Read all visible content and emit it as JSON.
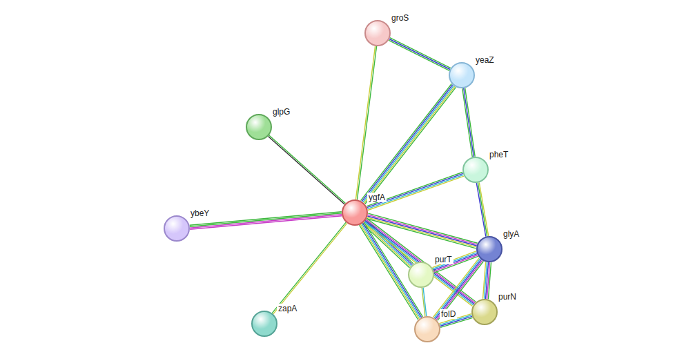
{
  "diagram": {
    "nodes": [
      {
        "text": [
          "groS"
        ]
      },
      {
        "text": [
          "yeaZ"
        ]
      },
      {
        "text": [
          "glpG"
        ]
      },
      {
        "text": [
          "pheT"
        ]
      },
      {
        "text": [
          "ygfA"
        ]
      },
      {
        "text": [
          "ybeY"
        ]
      },
      {
        "text": [
          "glyA"
        ]
      },
      {
        "text": [
          "purT"
        ]
      },
      {
        "text": [
          "purN"
        ]
      },
      {
        "text": [
          "folD"
        ]
      },
      {
        "text": [
          "zapA"
        ]
      }
    ],
    "edges": [
      {
        "from": 4,
        "to": 0,
        "arrow": "none"
      },
      {
        "from": 0,
        "to": 1,
        "arrow": "none"
      },
      {
        "from": 4,
        "to": 1,
        "arrow": "none"
      },
      {
        "from": 1,
        "to": 3,
        "arrow": "none"
      },
      {
        "from": 4,
        "to": 2,
        "arrow": "none"
      },
      {
        "from": 4,
        "to": 3,
        "arrow": "none"
      },
      {
        "from": 4,
        "to": 5,
        "arrow": "none"
      },
      {
        "from": 4,
        "to": 6,
        "arrow": "none"
      },
      {
        "from": 4,
        "to": 7,
        "arrow": "none"
      },
      {
        "from": 4,
        "to": 8,
        "arrow": "none"
      },
      {
        "from": 4,
        "to": 9,
        "arrow": "none"
      },
      {
        "from": 4,
        "to": 10,
        "arrow": "none"
      },
      {
        "from": 3,
        "to": 6,
        "arrow": "none"
      },
      {
        "from": 6,
        "to": 7,
        "arrow": "none"
      },
      {
        "from": 6,
        "to": 8,
        "arrow": "none"
      },
      {
        "from": 6,
        "to": 9,
        "arrow": "none"
      },
      {
        "from": 7,
        "to": 9,
        "arrow": "none"
      },
      {
        "from": 8,
        "to": 9,
        "arrow": "none"
      }
    ]
  }
}
